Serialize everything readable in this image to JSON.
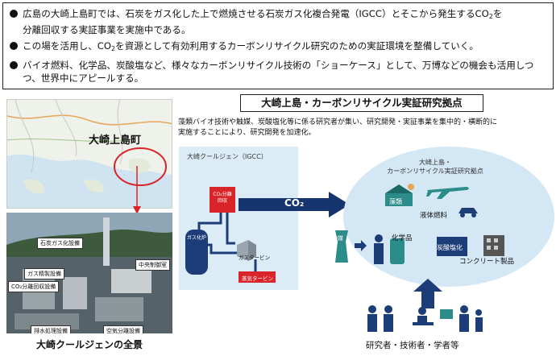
{
  "bullets": [
    {
      "pre": "広島の大崎上島町では、石炭をガス化した上で燃焼させる石炭ガス化複合発電（IGCC）とそこから発生するCO",
      "sub": "2",
      "post": "を",
      "line2": "分離回収する実証事業を実施中である。"
    },
    {
      "pre": "この場を活用し、CO",
      "sub": "2",
      "post": "を資源として有効利用するカーボンリサイクル研究のための実証環境を整備していく。"
    },
    {
      "pre": "バイオ燃料、化学品、炭酸塩など、様々なカーボンリサイクル技術の「ショーケース」として、万博などの機会も活用しつ",
      "line2": "つ、世界中にアピールする。"
    }
  ],
  "map": {
    "title": "大崎上島町"
  },
  "photo": {
    "caption": "大崎クールジェンの全景",
    "labels": [
      "石炭ガス化設備",
      "中央制御室",
      "ガス精製設備",
      "CO₂分離回収設備",
      "排水処理設備",
      "空気分離設備"
    ]
  },
  "center": {
    "title": "大崎上島・カーボンリサイクル実証研究拠点",
    "desc_line1": "藻類バイオ技術や触媒、炭酸塩化等に係る研究者が集い、研究開発・実証事業を集中的・横断的に",
    "desc_line2": "実施することにより、研究開発を加速化。"
  },
  "igcc": {
    "title": "大崎クールジェン（IGCC）",
    "co2_unit": "CO₂分離回収",
    "gasifier": "ガス化炉",
    "gas_turbine": "ガスタービン",
    "steam_turbine": "蒸気タービン"
  },
  "co2_label": "CO₂",
  "ellipse": {
    "title_line1": "大崎上島・",
    "title_line2": "カーボンリサイクル実証研究拠点",
    "algae": "藻類",
    "liquid_fuel": "液体燃料",
    "catalyst": "触媒",
    "chemicals": "化学品",
    "carbonation": "炭酸塩化",
    "concrete": "コンクリート製品"
  },
  "researchers": "研究者・技術者・学者等",
  "colors": {
    "navy": "#1d3d78",
    "igcc_panel": "#dcecf6",
    "ellipse": "#d4e7f5",
    "co2_arrow": "#16356e",
    "red_unit": "#d9242a",
    "teal_icon": "#2b8c8a"
  }
}
